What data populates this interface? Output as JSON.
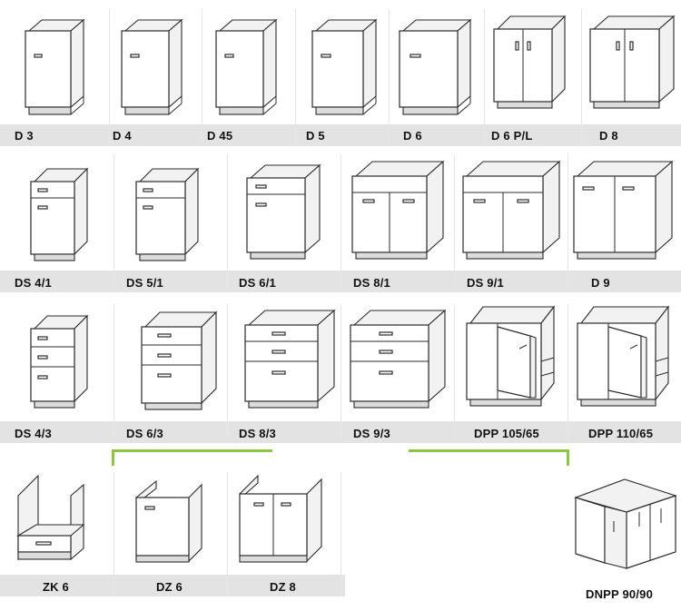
{
  "colors": {
    "band": "#e3e3e3",
    "bracket": "#8dc63f",
    "line": "#2b2b2b"
  },
  "labels": {
    "d3": "D 3",
    "d4": "D 4",
    "d45": "D 45",
    "d5": "D 5",
    "d6": "D 6",
    "d6pl": "D 6 P/L",
    "d8": "D 8",
    "ds41": "DS 4/1",
    "ds51": "DS 5/1",
    "ds61": "DS 6/1",
    "ds81": "DS 8/1",
    "ds91": "DS 9/1",
    "d9": "D 9",
    "ds43": "DS 4/3",
    "ds63": "DS 6/3",
    "ds83": "DS 8/3",
    "ds93": "DS 9/3",
    "dpp10565": "DPP 105/65",
    "dpp11065": "DPP 110/65",
    "zk6": "ZK 6",
    "dz6": "DZ 6",
    "dz8": "DZ 8",
    "dnpp9090": "DNPP 90/90"
  }
}
